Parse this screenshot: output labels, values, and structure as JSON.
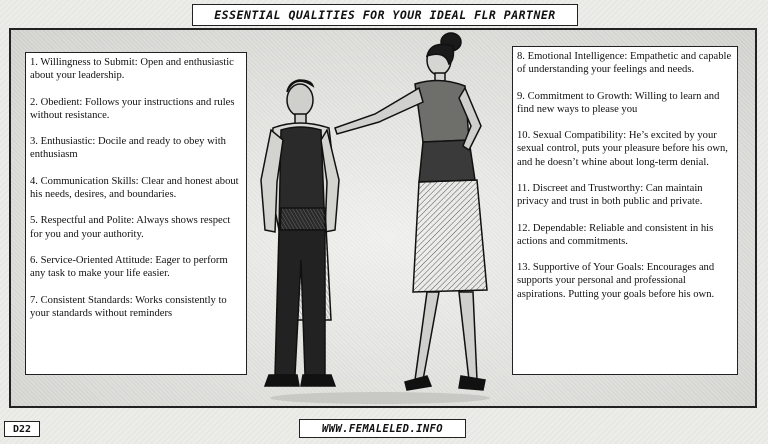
{
  "header": {
    "title": "ESSENTIAL QUALITIES FOR YOUR IDEAL FLR PARTNER"
  },
  "left_list": [
    "1. Willingness to Submit: Open and enthusiastic about your leadership.",
    "2. Obedient: Follows your instructions and rules without resistance.",
    "3. Enthusiastic: Docile and ready to obey with enthusiasm",
    "4. Communication Skills: Clear and honest about his needs, desires, and boundaries.",
    "5. Respectful and Polite: Always shows respect for you and your authority.",
    "6. Service-Oriented Attitude: Eager to perform any task to make your life easier.",
    "7. Consistent Standards: Works consistently to your standards without reminders"
  ],
  "right_list": [
    "8. Emotional Intelligence: Empathetic and capable of understanding your feelings and needs.",
    "9. Commitment to Growth: Willing to learn and find new ways to please you",
    "10. Sexual Compatibility: He’s excited by your sexual control, puts your pleasure before his own, and he doesn’t whine about long-term denial.",
    "11. Discreet and Trustworthy: Can maintain privacy and trust in both public and private.",
    "12. Dependable: Reliable and consistent in his actions and commitments.",
    "13. Supportive of Your Goals: Encourages and supports your personal and professional aspirations. Putting your goals before his own."
  ],
  "footer": {
    "code": "D22",
    "url": "WWW.FEMALELED.INFO"
  },
  "illustration": {
    "description_icon": "couple-illustration"
  }
}
